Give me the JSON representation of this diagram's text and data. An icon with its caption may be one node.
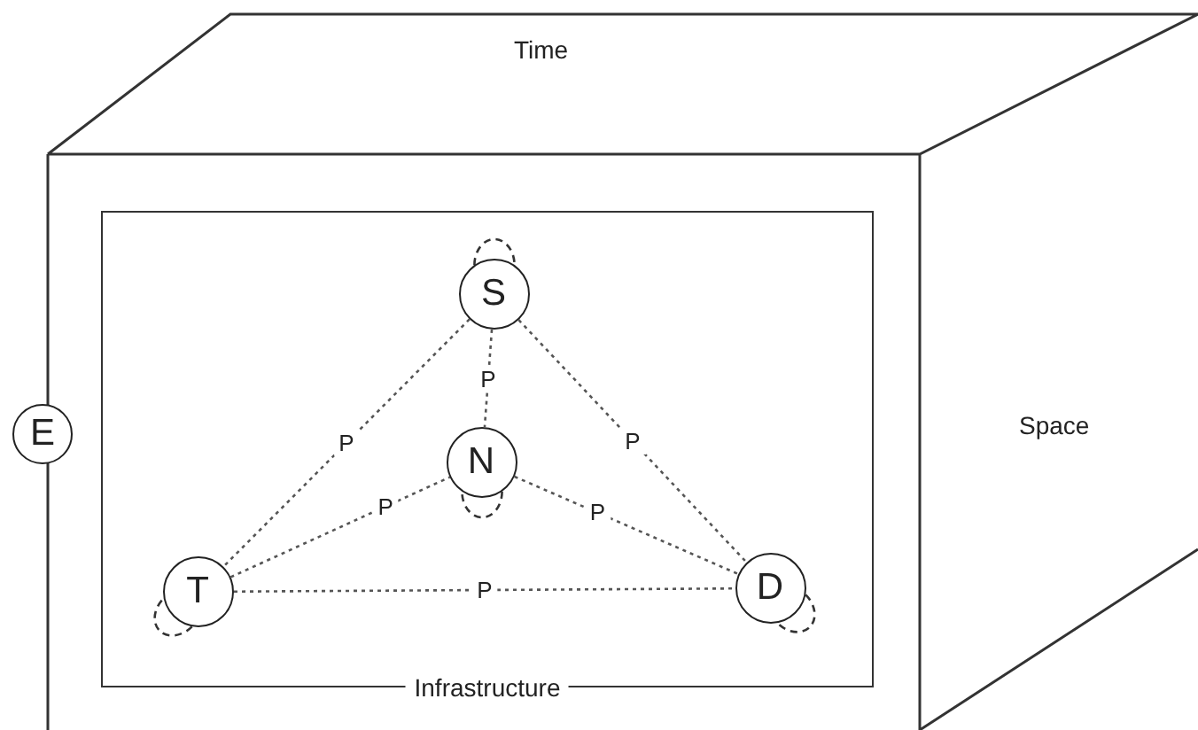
{
  "diagram": {
    "nodes": [
      {
        "text": [
          "Infrastructure"
        ]
      },
      {
        "text": [
          "S"
        ],
        "in": 0
      },
      {
        "text": [
          "N"
        ],
        "in": 0
      },
      {
        "text": [
          "T"
        ],
        "in": 0
      },
      {
        "text": [
          "D"
        ],
        "in": 0
      },
      {
        "text": [
          "E"
        ]
      }
    ],
    "edges": [
      {
        "from": 1,
        "to": 3,
        "arrow": "none",
        "label": "P",
        "style": "dashed"
      },
      {
        "from": 1,
        "to": 2,
        "arrow": "none",
        "label": "P",
        "style": "dashed"
      },
      {
        "from": 1,
        "to": 4,
        "arrow": "none",
        "label": "P",
        "style": "dashed"
      },
      {
        "from": 3,
        "to": 2,
        "arrow": "none",
        "label": "P",
        "style": "dashed"
      },
      {
        "from": 2,
        "to": 4,
        "arrow": "none",
        "label": "P",
        "style": "dashed"
      },
      {
        "from": 3,
        "to": 4,
        "arrow": "none",
        "label": "P",
        "style": "dashed"
      },
      {
        "from": 1,
        "to": 1,
        "arrow": "none",
        "style": "dashed"
      },
      {
        "from": 2,
        "to": 2,
        "arrow": "none",
        "style": "dashed"
      },
      {
        "from": 3,
        "to": 3,
        "arrow": "none",
        "style": "dashed"
      },
      {
        "from": 4,
        "to": 4,
        "arrow": "none",
        "style": "dashed"
      }
    ],
    "labels": [
      "Time",
      "Space"
    ]
  }
}
